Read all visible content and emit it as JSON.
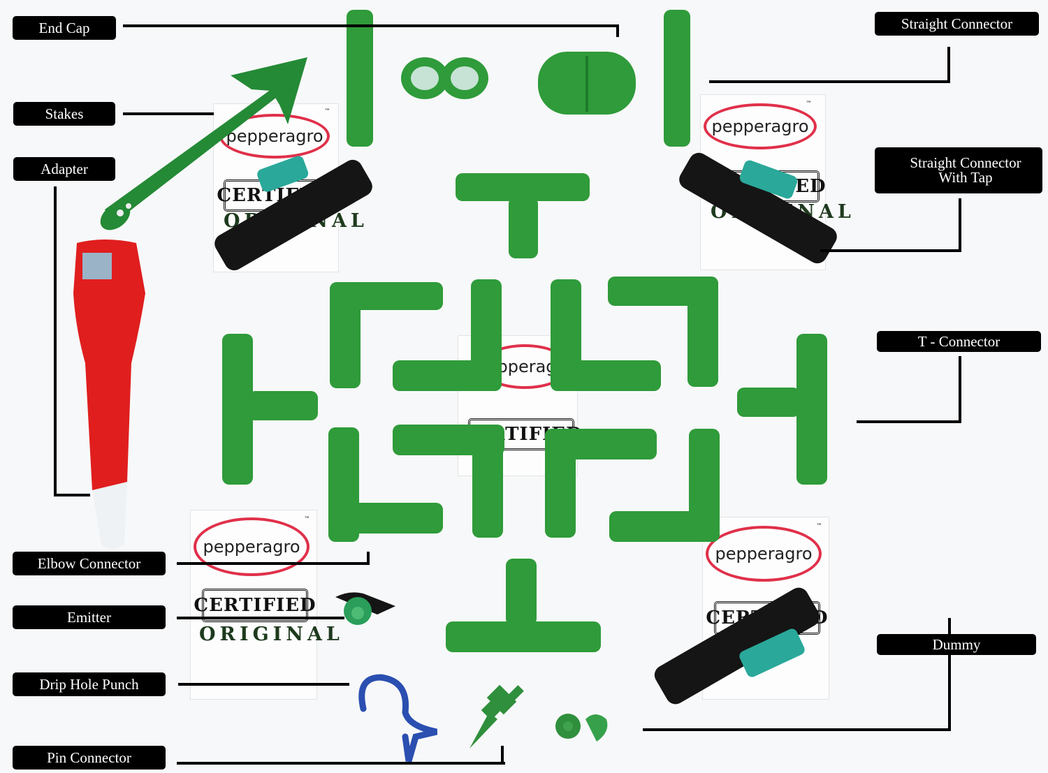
{
  "labels": {
    "end_cap": "End Cap",
    "stakes": "Stakes",
    "adapter": "Adapter",
    "straight_connector": "Straight Connector",
    "straight_connector_tap_line1": "Straight Connector",
    "straight_connector_tap_line2": "With Tap",
    "t_connector": "T - Connector",
    "elbow_connector": "Elbow Connector",
    "emitter": "Emitter",
    "drip_hole_punch": "Drip Hole Punch",
    "pin_connector": "Pin Connector",
    "dummy": "Dummy"
  },
  "brand": {
    "name": "pepperagro",
    "trademark": "™",
    "certified": "CERTIFIED",
    "original": "ORIGINAL"
  },
  "colors": {
    "label_bg": "#000000",
    "label_text": "#ffffff",
    "part_green": "#2f9b3a",
    "adapter_red": "#e01e1e",
    "punch_blue": "#2a4fb0",
    "tap_teal": "#2aa89a",
    "valve_black": "#151515",
    "logo_red": "#e0304a"
  }
}
